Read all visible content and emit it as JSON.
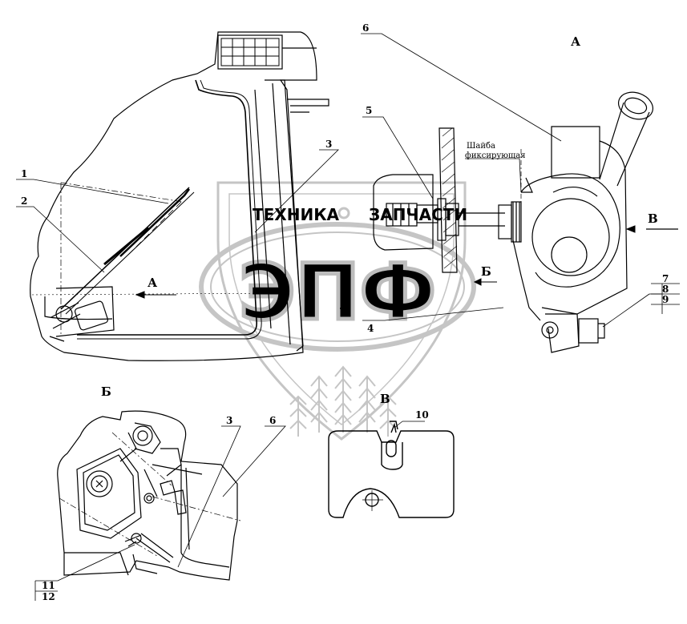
{
  "watermark": {
    "line1_left": "ТЕХНИКА",
    "line1_right": "ЗАПЧАСТИ",
    "logo": "ЭПФ",
    "color": "#b5b5b5"
  },
  "views": {
    "view_a_title": "А",
    "view_b_title": "Б",
    "view_v_title": "В",
    "arrow_a": "А",
    "arrow_b": "Б",
    "arrow_v": "В"
  },
  "annotation": {
    "line1": "Шайба",
    "line2": "фиксирующая"
  },
  "callouts": {
    "c1": "1",
    "c2": "2",
    "c3": "3",
    "c4": "4",
    "c5": "5",
    "c6": "6",
    "c7": "7",
    "c8": "8",
    "c9": "9",
    "c10": "10",
    "b_c3": "3",
    "b_c6": "6",
    "c11": "11",
    "c12": "12"
  }
}
